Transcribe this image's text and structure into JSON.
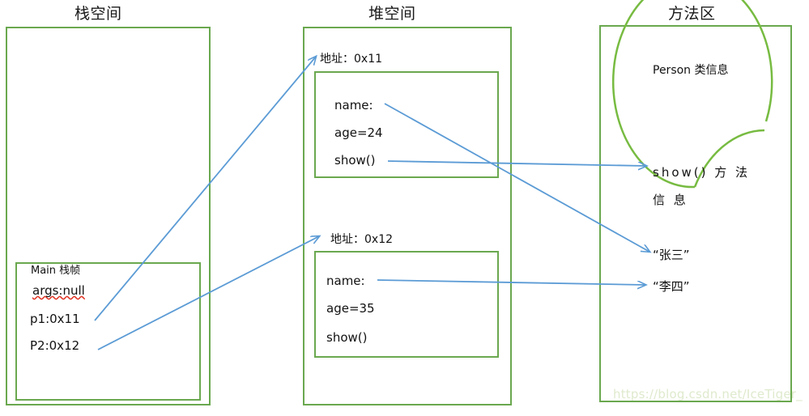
{
  "diagram": {
    "title_hint": "Java memory model: stack / heap / method area",
    "accent_green": "#6aa84f",
    "ellipse_green": "#77bb41",
    "arrow_blue": "#5b9bd5",
    "text_black": "#111111"
  },
  "stack": {
    "title": "栈空间",
    "frame_label": "Main 栈帧",
    "fields": [
      {
        "text": "args:null",
        "misspelled": true
      },
      {
        "text": "p1:0x11",
        "misspelled": false
      },
      {
        "text": "P2:0x12",
        "misspelled": false
      }
    ]
  },
  "heap": {
    "title": "堆空间",
    "objects": [
      {
        "address_label": "地址：0x11",
        "fields": [
          "name:",
          "age=24",
          "show()"
        ]
      },
      {
        "address_label": "地址：0x12",
        "fields": [
          "name:",
          "age=35",
          "show()"
        ]
      }
    ]
  },
  "method_area": {
    "title": "方法区",
    "class_label": "Person 类信息",
    "entries": [
      {
        "line1": "show() 方 法",
        "line2": "信 息"
      },
      {
        "line1": "“张三”"
      },
      {
        "line1": "“李四”"
      }
    ]
  },
  "watermark": {
    "text": "https://blog.csdn.net/IceTiger_"
  }
}
